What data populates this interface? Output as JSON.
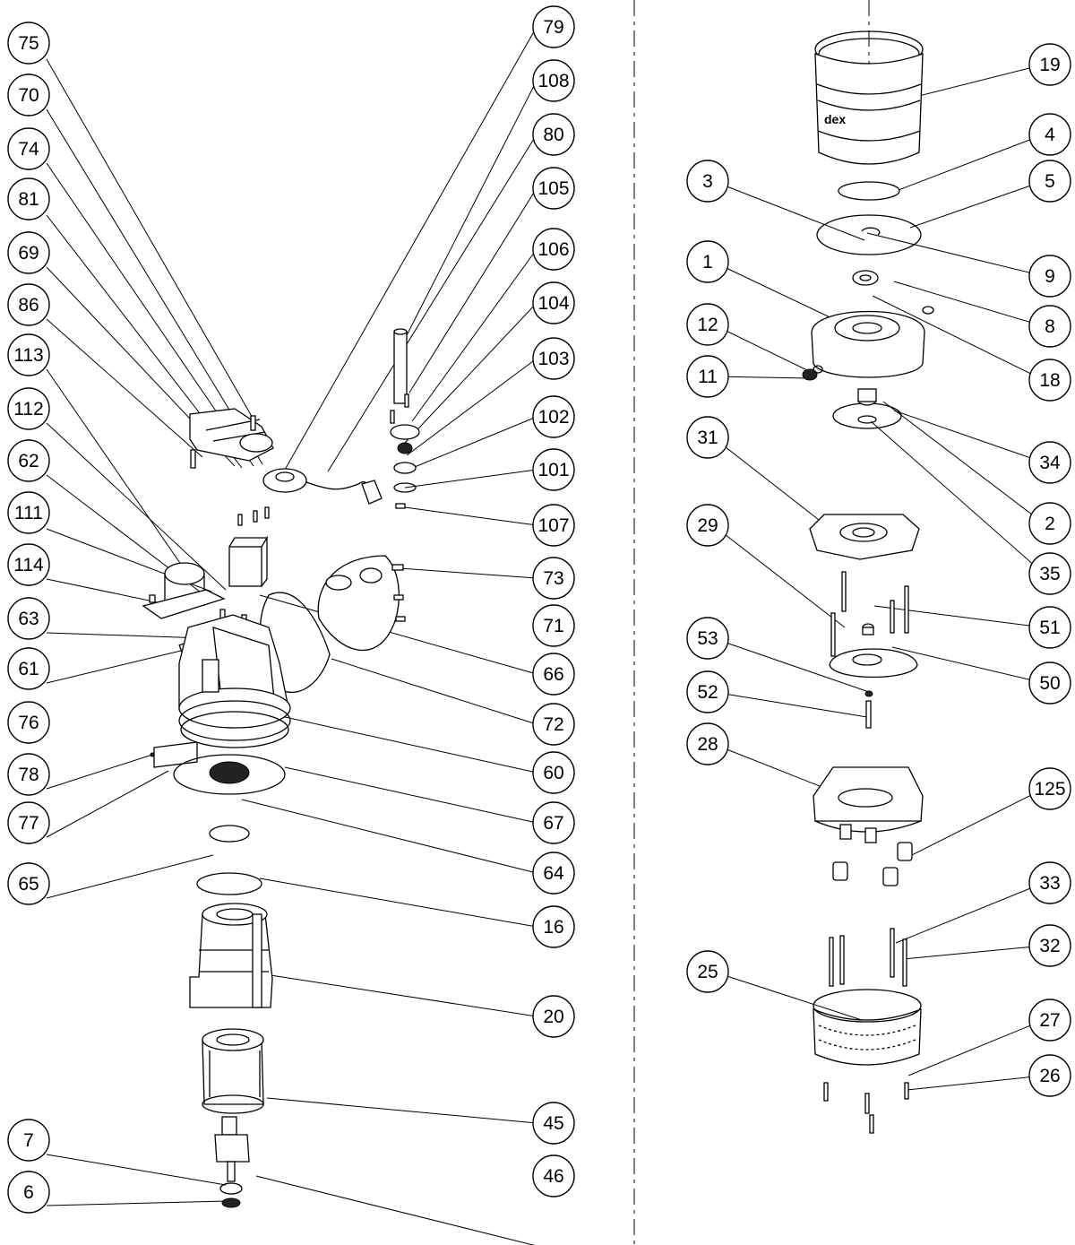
{
  "callouts": [
    {
      "label": "75"
    },
    {
      "label": "70"
    },
    {
      "label": "74"
    },
    {
      "label": "81"
    },
    {
      "label": "69"
    },
    {
      "label": "86"
    },
    {
      "label": "113"
    },
    {
      "label": "112"
    },
    {
      "label": "62"
    },
    {
      "label": "111"
    },
    {
      "label": "114"
    },
    {
      "label": "63"
    },
    {
      "label": "61"
    },
    {
      "label": "76"
    },
    {
      "label": "78"
    },
    {
      "label": "77"
    },
    {
      "label": "65"
    },
    {
      "label": "7"
    },
    {
      "label": "6"
    },
    {
      "label": "79"
    },
    {
      "label": "108"
    },
    {
      "label": "80"
    },
    {
      "label": "105"
    },
    {
      "label": "106"
    },
    {
      "label": "104"
    },
    {
      "label": "103"
    },
    {
      "label": "102"
    },
    {
      "label": "101"
    },
    {
      "label": "107"
    },
    {
      "label": "73"
    },
    {
      "label": "71"
    },
    {
      "label": "66"
    },
    {
      "label": "72"
    },
    {
      "label": "60"
    },
    {
      "label": "67"
    },
    {
      "label": "64"
    },
    {
      "label": "16"
    },
    {
      "label": "20"
    },
    {
      "label": "45"
    },
    {
      "label": "46"
    },
    {
      "label": "3"
    },
    {
      "label": "1"
    },
    {
      "label": "12"
    },
    {
      "label": "11"
    },
    {
      "label": "31"
    },
    {
      "label": "29"
    },
    {
      "label": "53"
    },
    {
      "label": "52"
    },
    {
      "label": "28"
    },
    {
      "label": "25"
    },
    {
      "label": "19"
    },
    {
      "label": "4"
    },
    {
      "label": "5"
    },
    {
      "label": "9"
    },
    {
      "label": "8"
    },
    {
      "label": "18"
    },
    {
      "label": "34"
    },
    {
      "label": "2"
    },
    {
      "label": "35"
    },
    {
      "label": "51"
    },
    {
      "label": "50"
    },
    {
      "label": "125"
    },
    {
      "label": "33"
    },
    {
      "label": "32"
    },
    {
      "label": "27"
    },
    {
      "label": "26"
    }
  ],
  "brand_marking": "dex",
  "colors": {
    "line": "#000000",
    "background": "#ffffff"
  }
}
